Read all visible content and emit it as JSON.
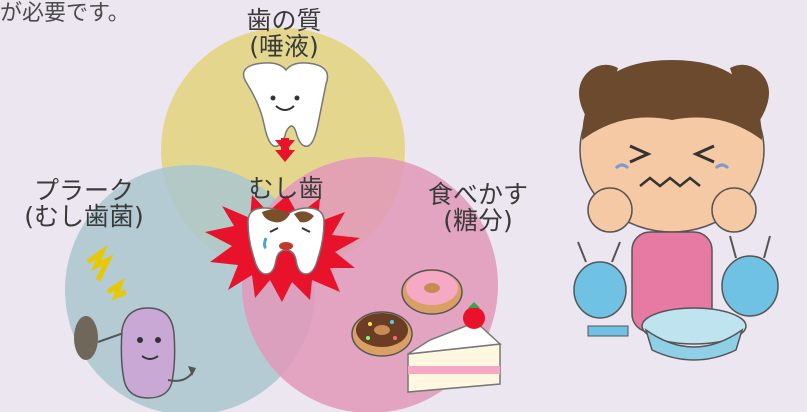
{
  "caption": "が必要です。",
  "venn": {
    "teeth": {
      "line1": "歯の質",
      "line2": "(唾液)",
      "color": "#f7ee8f"
    },
    "plaque": {
      "line1": "プラーク",
      "line2": "(むし歯菌)",
      "color": "#b8dcdc"
    },
    "sugar": {
      "line1": "食べかす",
      "line2": "(糖分)",
      "color": "#f4a9c6"
    },
    "center": {
      "label": "むし歯",
      "burst_color": "#e8132b"
    }
  }
}
